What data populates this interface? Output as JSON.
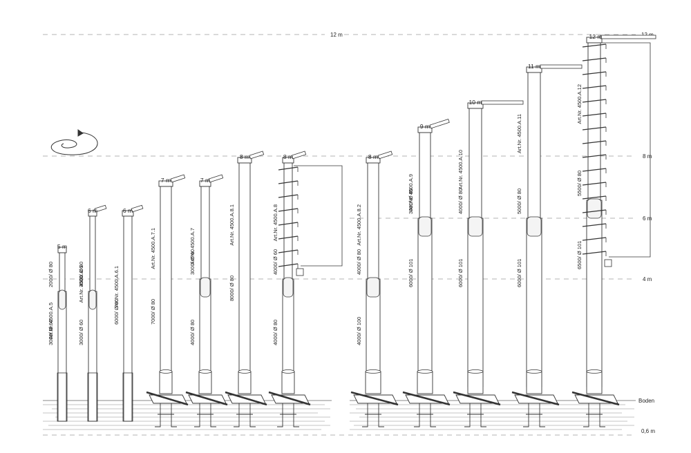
{
  "colors": {
    "line": "#333333",
    "ground": "#888888",
    "dash": "#999999"
  },
  "rotation_icon": "rotate-arrow-icon",
  "levels": [
    {
      "id": "12m",
      "label": "12 m"
    },
    {
      "id": "8m",
      "label": "8 m"
    },
    {
      "id": "6m",
      "label": "6 m"
    },
    {
      "id": "4m",
      "label": "4 m"
    },
    {
      "id": "boden",
      "label": "Boden"
    },
    {
      "id": "0-6m",
      "label": "0,6 m"
    }
  ],
  "masts": [
    {
      "height": "5 m",
      "art": "Art.Nr. 4500.A.5",
      "upper": "2000/ Ø 80",
      "lower": "3000/ Ø 60"
    },
    {
      "height": "6 m",
      "art": "Art.Nr. 4500.A.6",
      "upper": "3000/ Ø 80",
      "lower": "3000/ Ø 60"
    },
    {
      "height": "6 m",
      "art": "Art.Nr. 4500.A.6.1",
      "upper": "",
      "lower": "6000/ Ø 60"
    },
    {
      "height": "7 m",
      "art": "Art.Nr. 4500.A.7.1",
      "upper": "",
      "lower": "7000/ Ø 80"
    },
    {
      "height": "7 m",
      "art": "Art.Nr. 4500.A.7",
      "upper": "3000/ Ø 60",
      "lower": "4000/ Ø 80"
    },
    {
      "height": "8 m",
      "art": "Art.Nr. 4500.A.8.1",
      "upper": "",
      "lower": "8000/ Ø 80"
    },
    {
      "height": "8 m",
      "art": "Art.Nr. 4500.A.8",
      "upper": "4000/ Ø  60",
      "lower": "4000/ Ø 80"
    },
    {
      "height": "8 m",
      "art": "Art.Nr. 4500.A.8.2",
      "upper": "4000/ Ø 80",
      "lower": "4000/ Ø 100"
    },
    {
      "height": "9 m",
      "art": "Art.Nr. 4500.A.9",
      "upper": "3000/ Ø 80",
      "lower": "6000/ Ø 101"
    },
    {
      "height": "10 m",
      "art": "Art.Nr. 4500.A.10",
      "upper": "4000/ Ø 80",
      "lower": "6000/ Ø 101"
    },
    {
      "height": "11 m",
      "art": "Art.Nr. 4500.A.11",
      "upper": "5000/ Ø 80",
      "lower": "6000/ Ø 101"
    },
    {
      "height": "12 m",
      "art": "Art.Nr. 4500.A.12",
      "upper": "5500/ Ø 80",
      "lower": "6500/ Ø 101"
    }
  ]
}
